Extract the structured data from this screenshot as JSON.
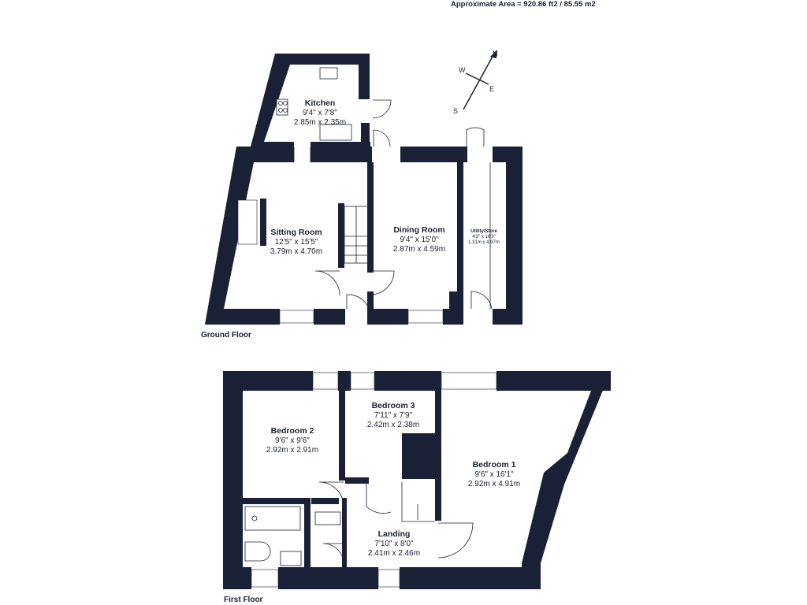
{
  "header": {
    "area": "Approximate Area = 920.86 ft2 / 85.55 m2"
  },
  "compass": {
    "n": "N",
    "s": "S",
    "e": "E",
    "w": "W"
  },
  "floors": {
    "ground": {
      "label": "Ground Floor"
    },
    "first": {
      "label": "First Floor"
    }
  },
  "rooms": {
    "kitchen": {
      "name": "Kitchen",
      "imperial": "9'4\" x 7'8\"",
      "metric": "2.85m x 2.35m"
    },
    "sitting": {
      "name": "Sitting Room",
      "imperial": "12'5\" x 15'5\"",
      "metric": "3.79m x 4.70m"
    },
    "dining": {
      "name": "Dining Room",
      "imperial": "9'4\" x 15'0\"",
      "metric": "2.87m x 4.59m"
    },
    "utility": {
      "name": "Utility/Store",
      "imperial": "4'3\" x 16'3\"",
      "metric": "1.31m x 4.97m"
    },
    "bedroom2": {
      "name": "Bedroom 2",
      "imperial": "9'6\" x 9'6\"",
      "metric": "2.92m x 2.91m"
    },
    "bedroom3": {
      "name": "Bedroom 3",
      "imperial": "7'11\" x 7'9\"",
      "metric": "2.42m x 2.38m"
    },
    "bedroom1": {
      "name": "Bedroom 1",
      "imperial": "9'6\" x 16'1\"",
      "metric": "2.92m x 4.91m"
    },
    "landing": {
      "name": "Landing",
      "imperial": "7'10\" x 8'0\"",
      "metric": "2.41m x 2.46m"
    }
  }
}
